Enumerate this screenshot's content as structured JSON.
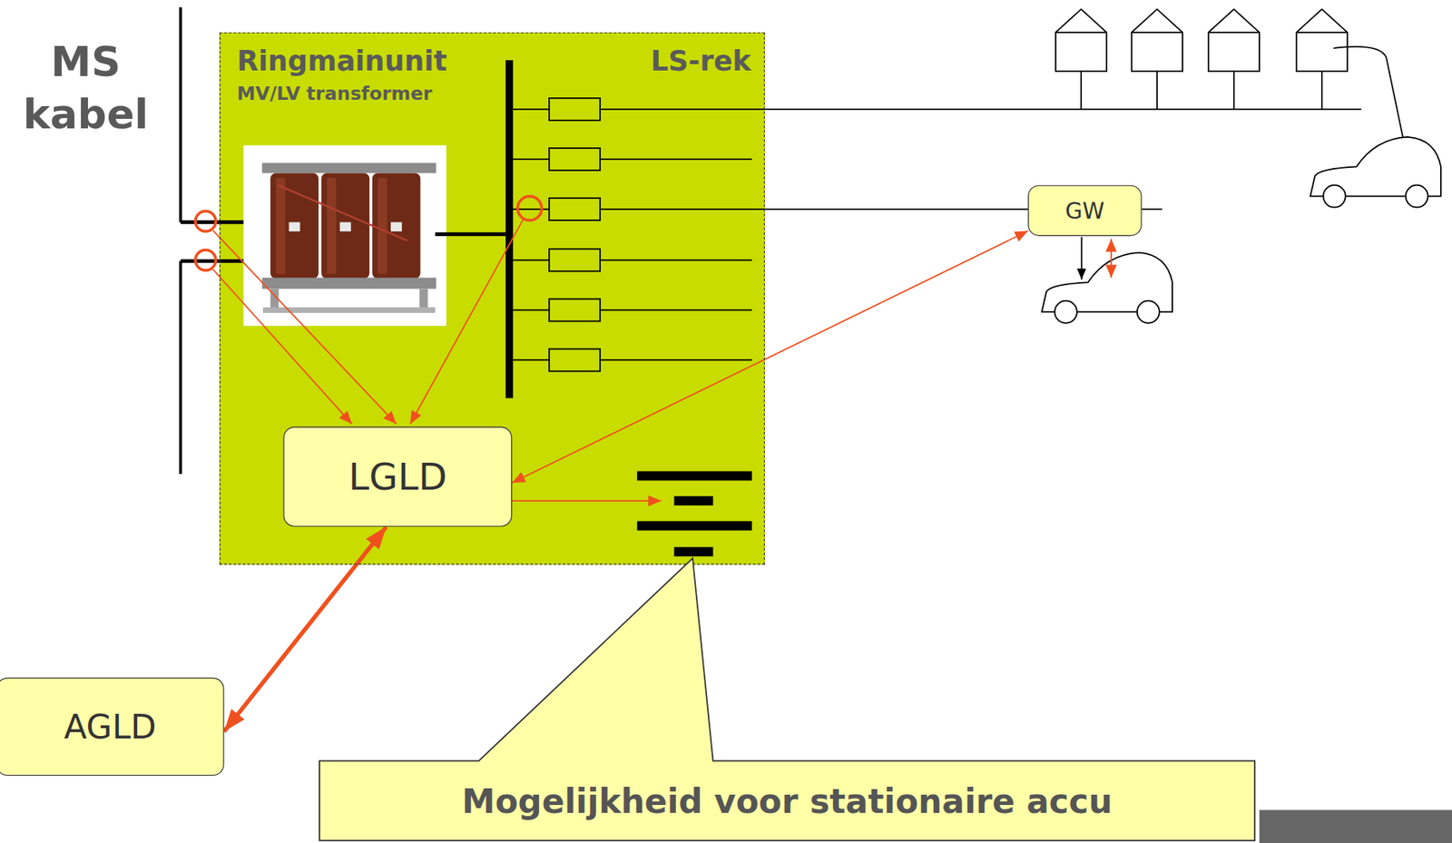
{
  "diagram": {
    "nodes": [
      {
        "text": [
          "Ringmainunit",
          "MV/LV transformer",
          "LS-rek"
        ]
      },
      {
        "text": [
          "LGLD"
        ],
        "in": 0
      },
      {
        "text": [
          "GW"
        ]
      },
      {
        "text": [
          "AGLD"
        ]
      },
      {
        "text": [
          "Mogelijkheid voor stationaire accu"
        ]
      }
    ],
    "edges": [
      {
        "from": 1,
        "to": 2,
        "arrow": "both"
      },
      {
        "from": 1,
        "to": 3,
        "arrow": "both"
      }
    ],
    "labels": [
      "MS kabel"
    ]
  }
}
